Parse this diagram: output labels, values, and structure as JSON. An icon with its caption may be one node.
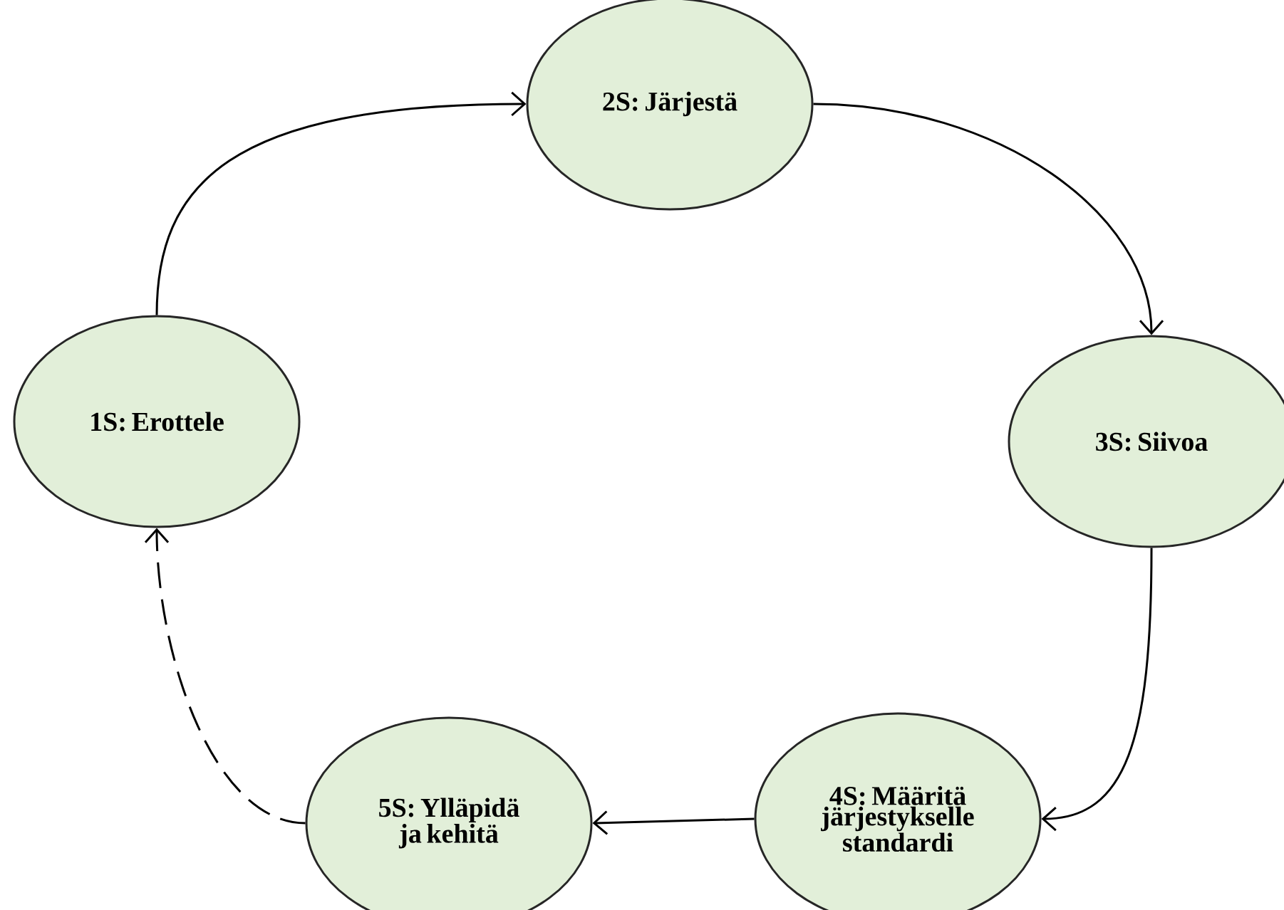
{
  "diagram": {
    "nodes": [
      {
        "text": [
          "1S: Erottele"
        ]
      },
      {
        "text": [
          "2S: Järjestä"
        ]
      },
      {
        "text": [
          "3S: Siivoa"
        ]
      },
      {
        "text": [
          "4S: Määritä järjestykselle standardi"
        ]
      },
      {
        "text": [
          "5S: Ylläpidä ja kehitä"
        ]
      }
    ],
    "edges": [
      {
        "from": 0,
        "to": 1,
        "arrow": "to"
      },
      {
        "from": 1,
        "to": 2,
        "arrow": "to"
      },
      {
        "from": 2,
        "to": 3,
        "arrow": "to"
      },
      {
        "from": 3,
        "to": 4,
        "arrow": "to"
      },
      {
        "from": 4,
        "to": 0,
        "arrow": "to",
        "style": "dashed"
      }
    ]
  }
}
